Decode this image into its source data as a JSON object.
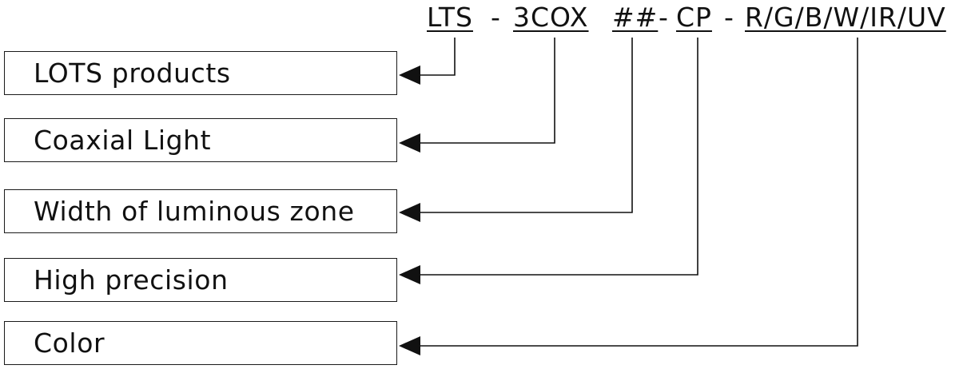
{
  "code": {
    "parts": [
      {
        "text": "LTS",
        "underlined": true
      },
      {
        "text": "-",
        "underlined": false
      },
      {
        "text": "3COX",
        "underlined": true
      },
      {
        "text": "##",
        "underlined": true
      },
      {
        "text": "-",
        "underlined": false
      },
      {
        "text": "CP",
        "underlined": true
      },
      {
        "text": "-",
        "underlined": false
      },
      {
        "text": "R/G/B/W/IR/UV",
        "underlined": true
      }
    ]
  },
  "labels": [
    {
      "text": "LOTS products",
      "part": "LTS"
    },
    {
      "text": "Coaxial Light",
      "part": "3COX"
    },
    {
      "text": "Width of luminous zone",
      "part": "##"
    },
    {
      "text": "High precision",
      "part": "CP"
    },
    {
      "text": "Color",
      "part": "R/G/B/W/IR/UV"
    }
  ],
  "colors": {
    "line": "#111111",
    "box_border": "#1a1a1a",
    "text": "#111111",
    "background": "#ffffff"
  }
}
